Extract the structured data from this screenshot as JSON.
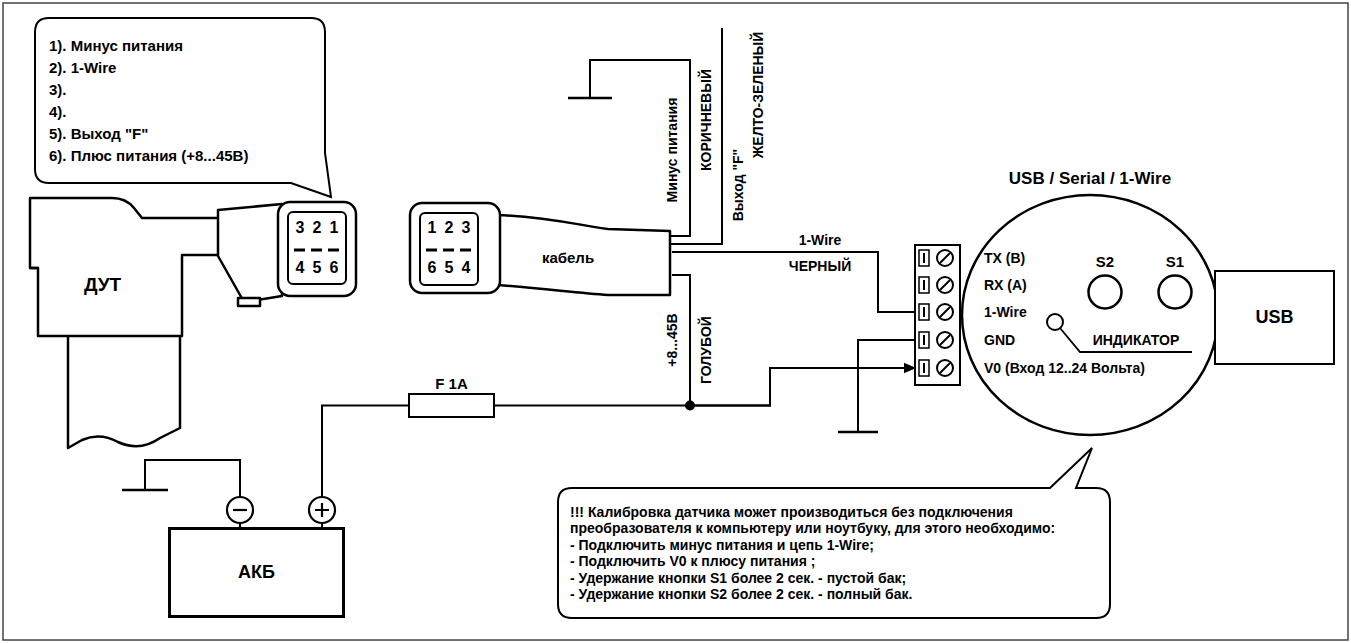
{
  "diagram": {
    "nodes": [
      {
        "text": [
          "1). Минус питания",
          "2). 1-Wire",
          "3).",
          "4).",
          "5). Выход \"F\"",
          "6). Плюс питания (+8...45В)"
        ]
      },
      {
        "text": [
          "ДУТ"
        ]
      },
      {
        "text": [
          "кабель"
        ]
      },
      {
        "text": [
          "F 1A"
        ]
      },
      {
        "text": [
          "USB / Serial / 1-Wire"
        ]
      },
      {
        "text": [
          "S2"
        ],
        "in": 4
      },
      {
        "text": [
          "S1"
        ],
        "in": 4
      },
      {
        "text": [
          "USB"
        ]
      },
      {
        "text": [
          "АКБ"
        ]
      },
      {
        "text": [
          "!!! Калибровка датчика может производиться без подключения преобразователя к компьютеру или ноутбуку, для этого необходимо:",
          "- Подключить минус питания и цепь 1-Wire;",
          "- Подключить V0 к плюсу питания ;",
          "- Удержание кнопки S1 более 2 сек. - пустой бак;",
          "- Удержание кнопки S2 более 2 сек. - полный бак."
        ]
      }
    ],
    "edges": [
      {
        "from": 8,
        "to": 3,
        "arrow": "none"
      },
      {
        "from": 3,
        "to": 4,
        "arrow": "to"
      },
      {
        "from": 2,
        "to": 4,
        "arrow": "to"
      },
      {
        "from": 2,
        "to": 4,
        "arrow": "none"
      }
    ],
    "labels": [
      "3",
      "2",
      "1",
      "4",
      "5",
      "6",
      "1",
      "2",
      "3",
      "6",
      "5",
      "4",
      "Минус питания",
      "КОРИЧНЕВЫЙ",
      "Выход \"F\"",
      "ЖЕЛТО-ЗЕЛЕНЫЙ",
      "1-Wire",
      "ЧЕРНЫЙ",
      "+8...45В",
      "ГОЛУБОЙ",
      "TX (B)",
      "RX (A)",
      "1-Wire",
      "GND",
      "V0 (Вход 12..24 Вольта)",
      "ИНДИКАТОР"
    ]
  }
}
